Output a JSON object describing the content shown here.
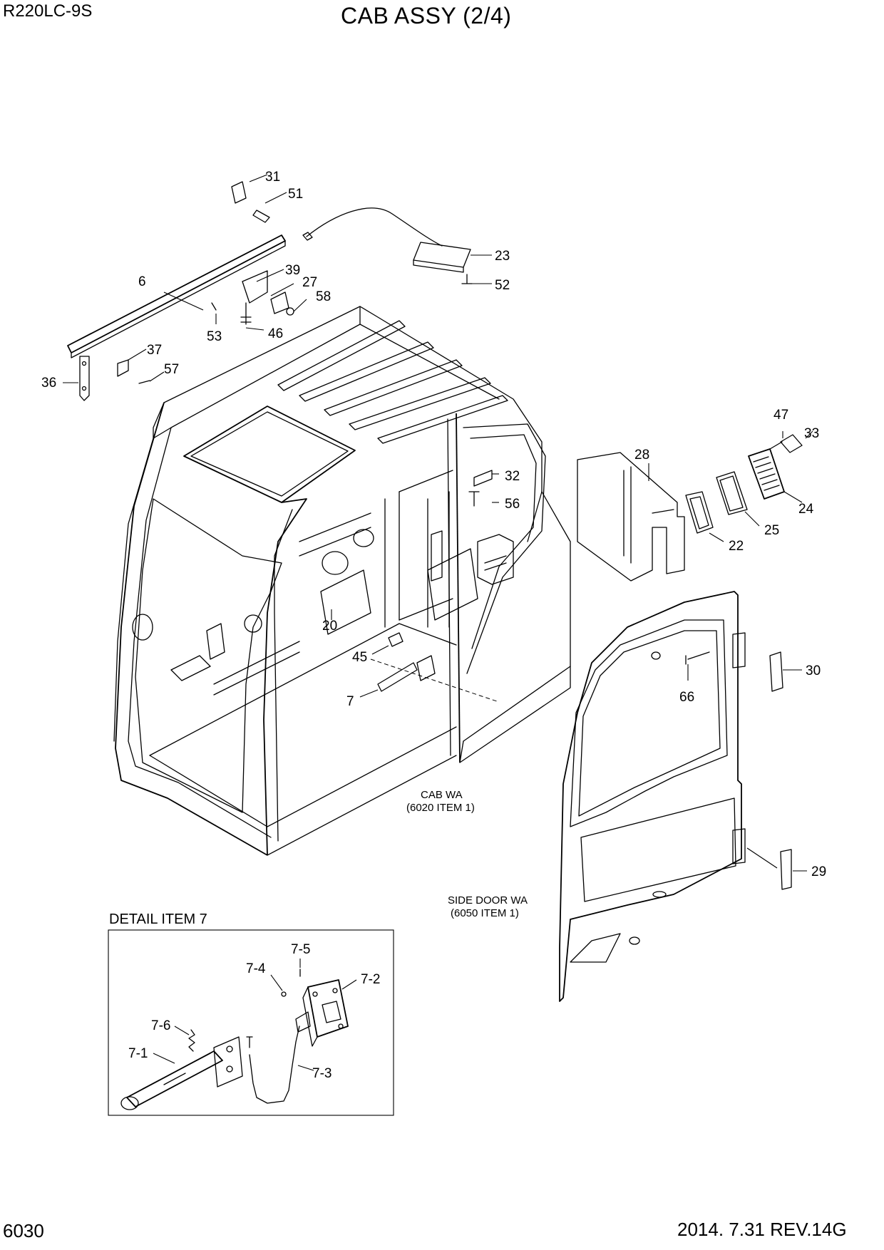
{
  "header": {
    "model": "R220LC-9S",
    "title": "CAB ASSY (2/4)"
  },
  "footer": {
    "page_number": "6030",
    "date_revision": "2014. 7.31  REV.14G"
  },
  "notes": {
    "cab_wa": [
      "CAB WA",
      "(6020 ITEM 1)"
    ],
    "side_door_wa": [
      "SIDE DOOR WA",
      "(6050 ITEM 1)"
    ]
  },
  "detail": {
    "title": "DETAIL ITEM 7"
  },
  "callouts": {
    "c31": "31",
    "c51": "51",
    "c23": "23",
    "c52": "52",
    "c6": "6",
    "c39": "39",
    "c27": "27",
    "c58": "58",
    "c53": "53",
    "c46": "46",
    "c37": "37",
    "c57": "57",
    "c36": "36",
    "c47": "47",
    "c33": "33",
    "c28": "28",
    "c32": "32",
    "c56": "56",
    "c24": "24",
    "c25": "25",
    "c22": "22",
    "c20": "20",
    "c45": "45",
    "c7": "7",
    "c30": "30",
    "c66": "66",
    "c29": "29",
    "d75": "7-5",
    "d74": "7-4",
    "d72": "7-2",
    "d76": "7-6",
    "d71": "7-1",
    "d73": "7-3"
  }
}
